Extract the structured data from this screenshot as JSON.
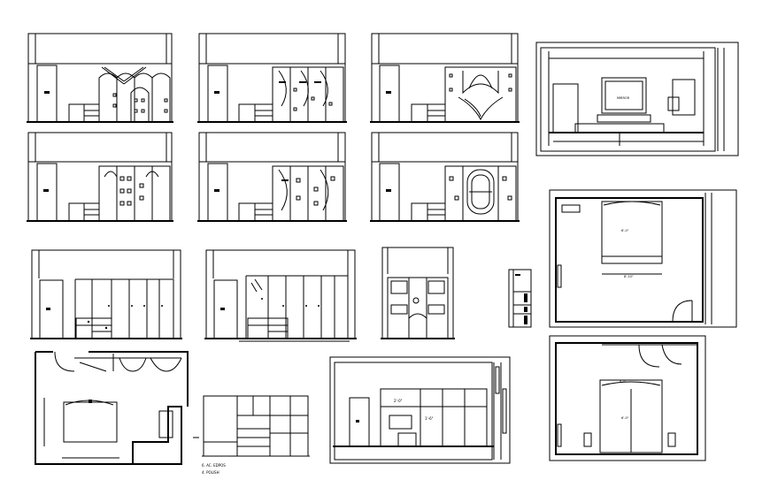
{
  "drawing": {
    "notes": {
      "bedroom_b_note_1": "6. AC. EDPOS",
      "bedroom_b_note_2": "4. POLISH"
    },
    "dims": {
      "tv_label": "MIRROR",
      "bed_depth_1": "6'-0\"",
      "bed_width_1": "8'-10\"",
      "bed_depth_2": "6'-0\"",
      "bed_width_2": "6'-0\"",
      "study_dim_1": "2'-0\"",
      "study_dim_2": "1'-6\""
    }
  }
}
